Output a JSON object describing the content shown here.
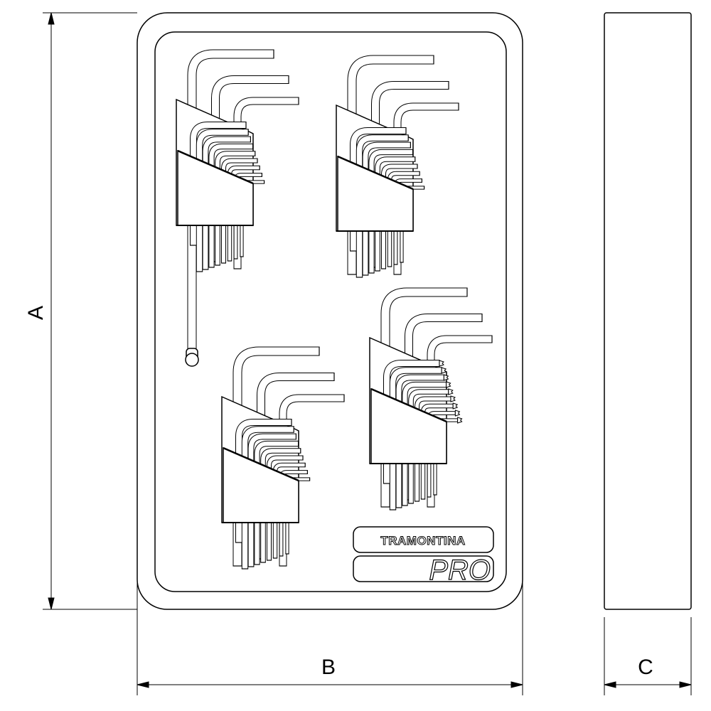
{
  "dimensions": {
    "height_label": "A",
    "width_label": "B",
    "depth_label": "C"
  },
  "logo": {
    "brand": "TRAMONTINA",
    "line": "PRO"
  },
  "colors": {
    "line": "#000000",
    "background": "#ffffff"
  }
}
